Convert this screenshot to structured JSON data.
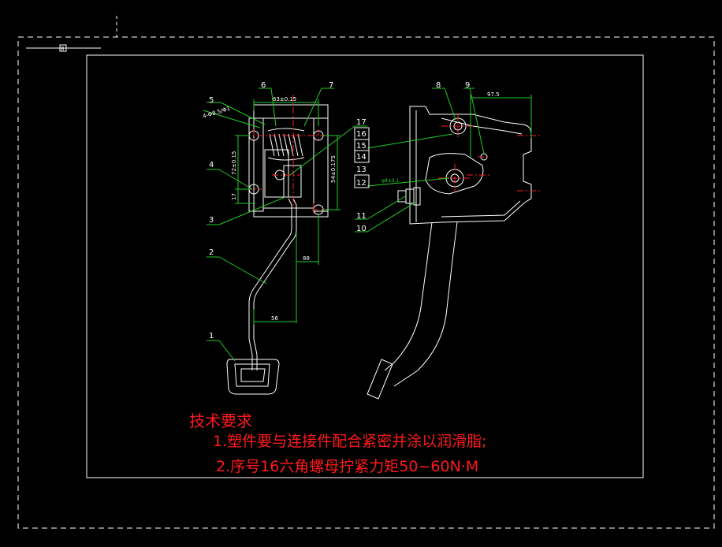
{
  "scale_label": "8",
  "balloons": {
    "b1": "1",
    "b2": "2",
    "b3": "3",
    "b4": "4",
    "b5": "5",
    "b6": "6",
    "b7": "7",
    "b8": "8",
    "b9": "9",
    "b10": "10",
    "b11": "11",
    "b12": "12",
    "b13": "13",
    "b14": "14",
    "b15": "15",
    "b16": "16",
    "b17": "17"
  },
  "dimensions": {
    "d_top": "63±0.15",
    "d_left": "72±0.15",
    "d_right": "54±0.175",
    "d_small": "17",
    "d_88": "88",
    "d_56": "56",
    "d_97": "97.5",
    "d_slant": "4-Φ8.5/Φ1",
    "d_note": "φ8±0.1"
  },
  "requirements": {
    "title": "技术要求",
    "item1": "1.塑件要与连接件配合紧密并涂以润滑脂;",
    "item2": "2.序号16六角螺母拧紧力矩50~60N·M"
  },
  "colors": {
    "background": "#000000",
    "linework": "#ffffff",
    "dimension": "#22cc22",
    "centerline": "#ff2020",
    "text": "#ff1a1a"
  }
}
